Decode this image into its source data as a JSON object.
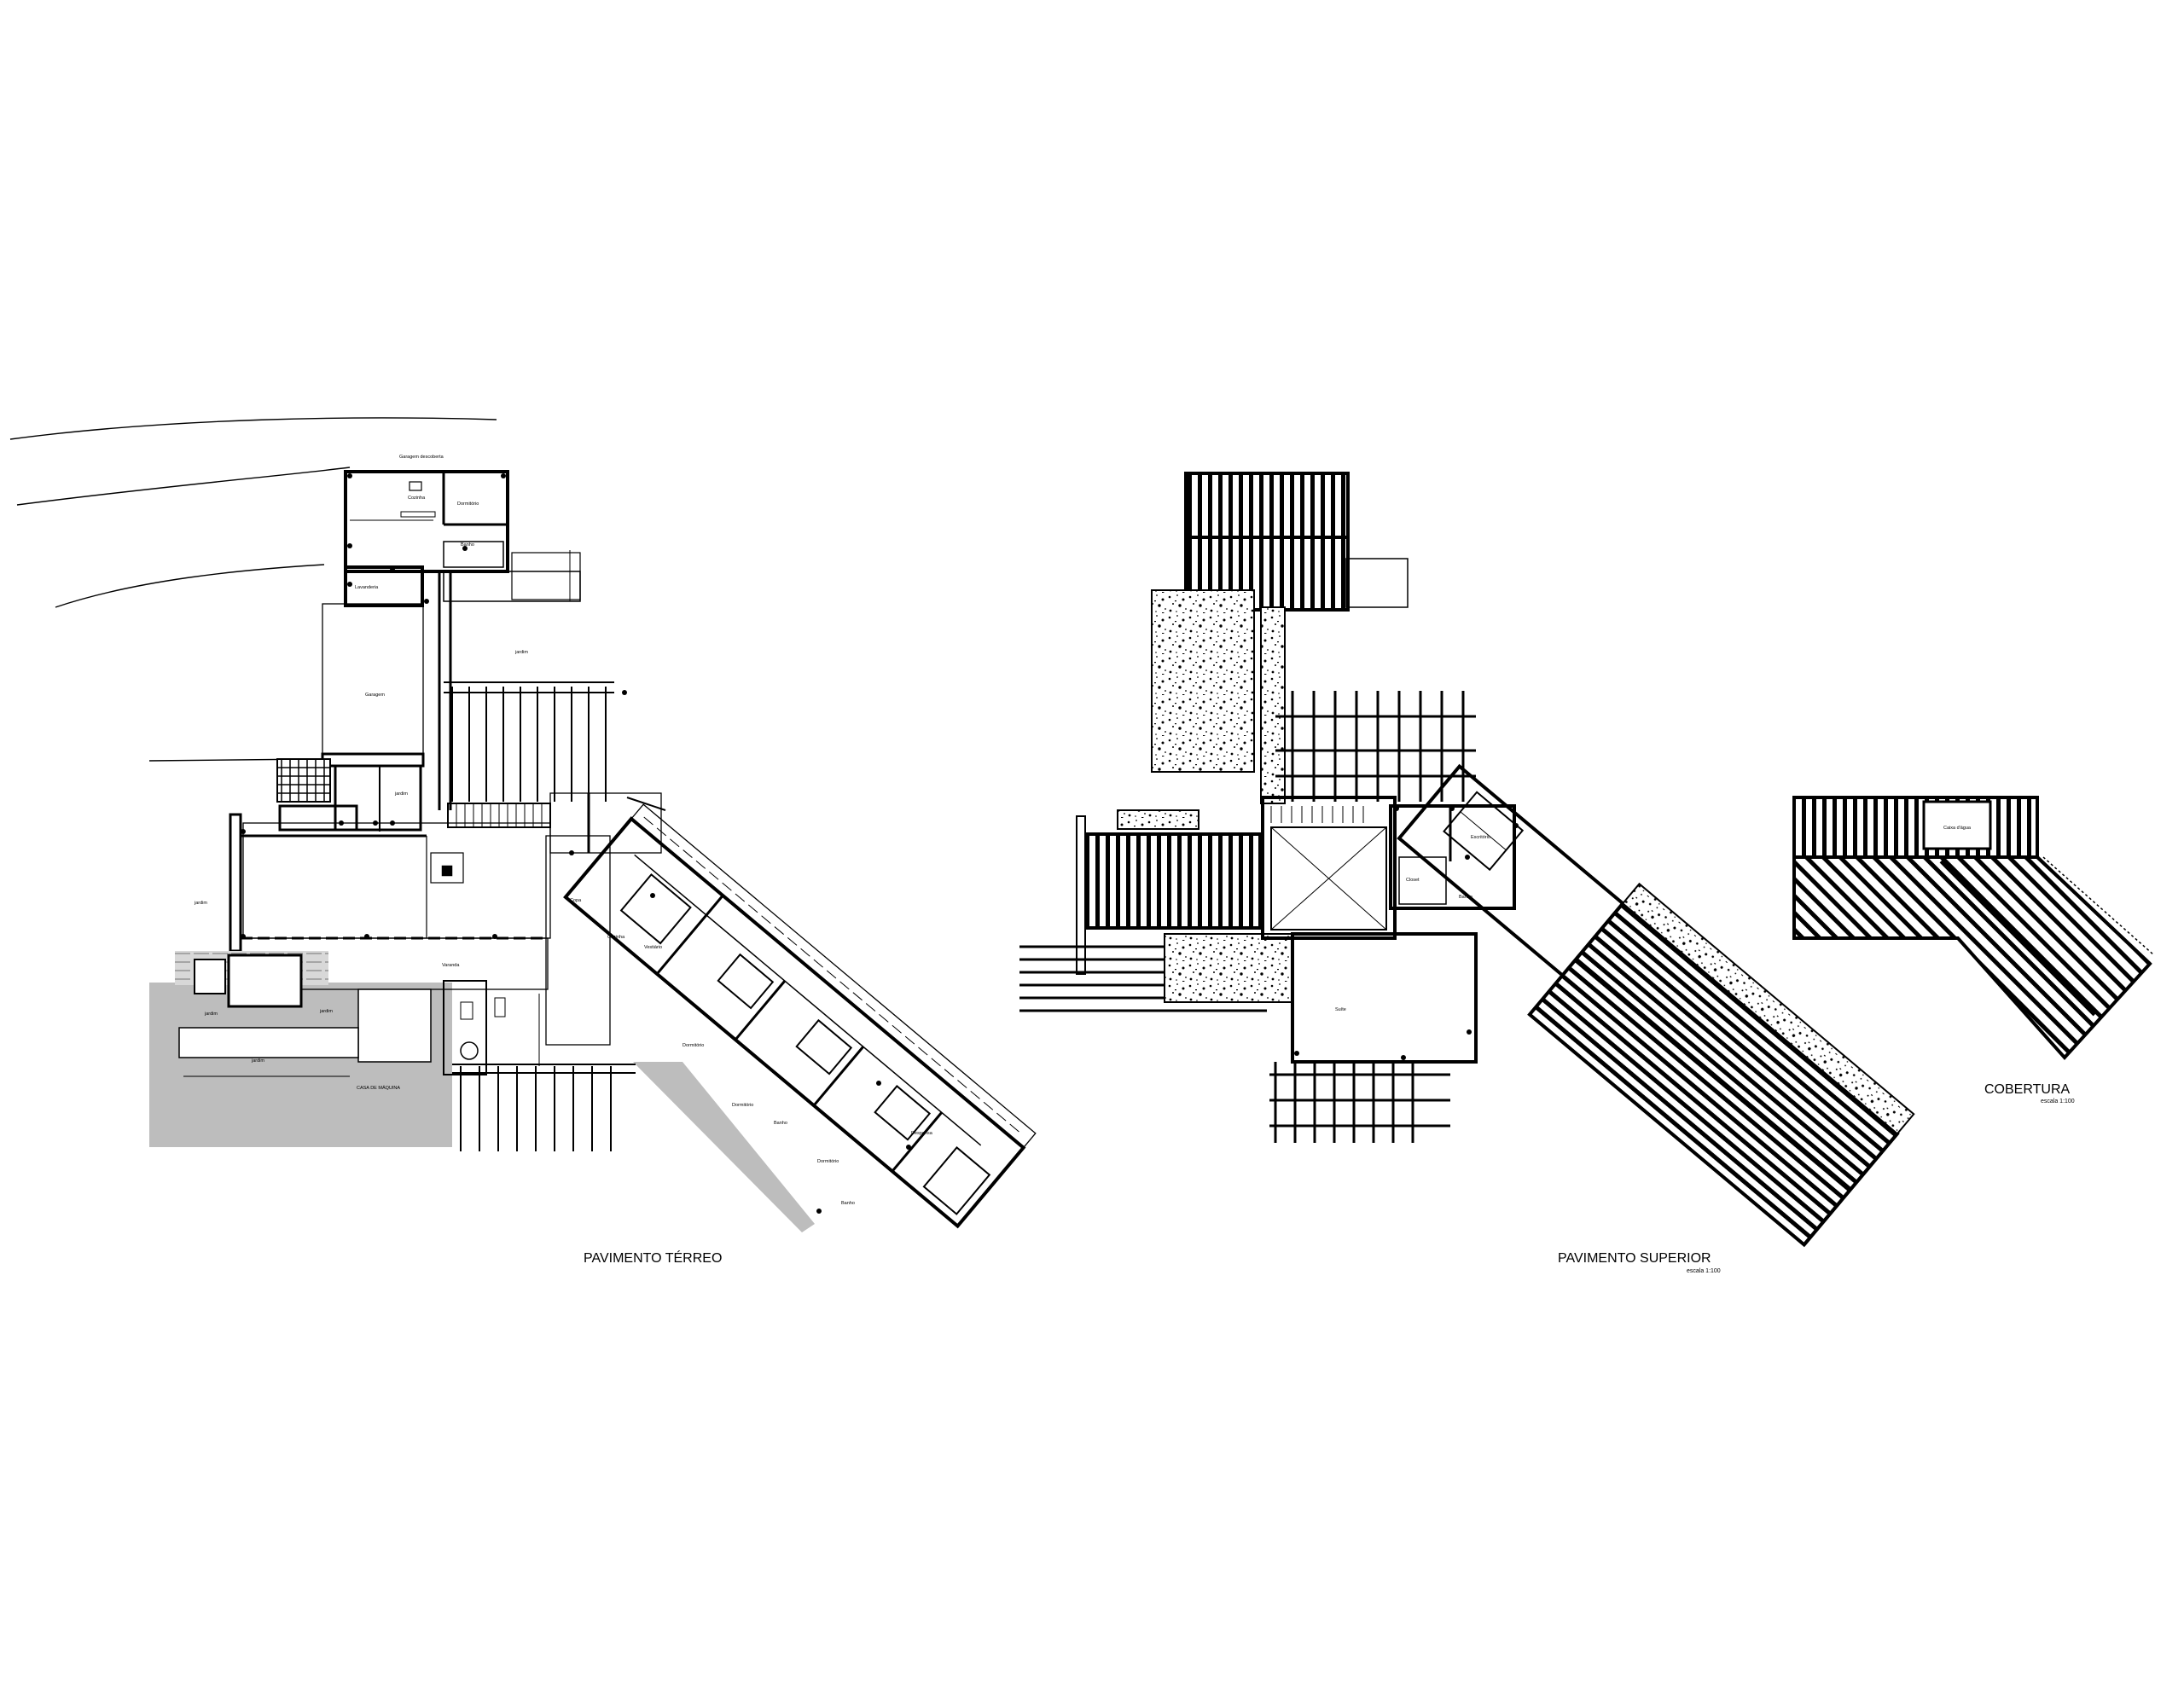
{
  "plans": {
    "ground": {
      "title": "PAVIMENTO TÉRREO",
      "rooms": [
        "Garagem descoberta",
        "Cozinha",
        "Dormitório",
        "Banho",
        "Lavanderia",
        "jardim",
        "Garagem",
        "jardim",
        "Copa",
        "Cozinha",
        "Varanda",
        "jardim",
        "jardim",
        "jardim",
        "Vestiário",
        "Dormitório",
        "Dormitório",
        "Dormitório",
        "Banho",
        "Banho",
        "Despensa",
        "CASA DE MÁQUINA",
        "jardim"
      ]
    },
    "upper": {
      "title": "PAVIMENTO SUPERIOR",
      "scale": "escala 1:100",
      "rooms": [
        "Escritório",
        "Closet",
        "Banho",
        "Suíte"
      ]
    },
    "roof": {
      "title": "COBERTURA",
      "scale": "escala 1:100",
      "rooms": [
        "Caixa d'água"
      ]
    }
  }
}
